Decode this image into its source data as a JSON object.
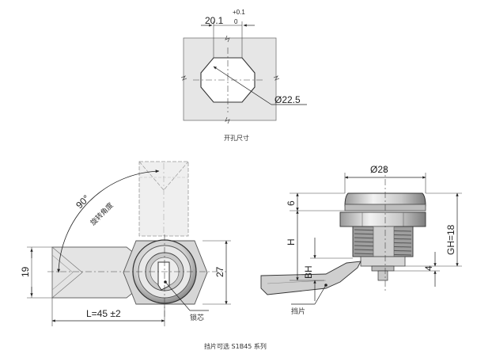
{
  "top_view": {
    "width_value": "20.1",
    "tol_upper": "+0.1",
    "tol_lower": "0",
    "diameter": "Ø22.5",
    "caption": "开孔尺寸"
  },
  "front_view": {
    "angle": "90°",
    "angle_note": "旋转角度",
    "height_dim": "19",
    "width_dim": "27",
    "length_dim": "L=45 ±2",
    "core_label": "锁芯"
  },
  "side_view": {
    "diameter": "Ø28",
    "dim_6": "6",
    "dim_h": "H",
    "dim_bh": "BH",
    "dim_gh": "GH=18",
    "dim_4": "4",
    "cam_label": "挡片"
  },
  "footer": {
    "caption": "挡片可选 S1B45 系列"
  },
  "colors": {
    "line": "#2b2b2b",
    "fill_grey": "#e6e6e6",
    "metal_light": "#dcdcdc",
    "metal_dark": "#8a8a8a"
  }
}
